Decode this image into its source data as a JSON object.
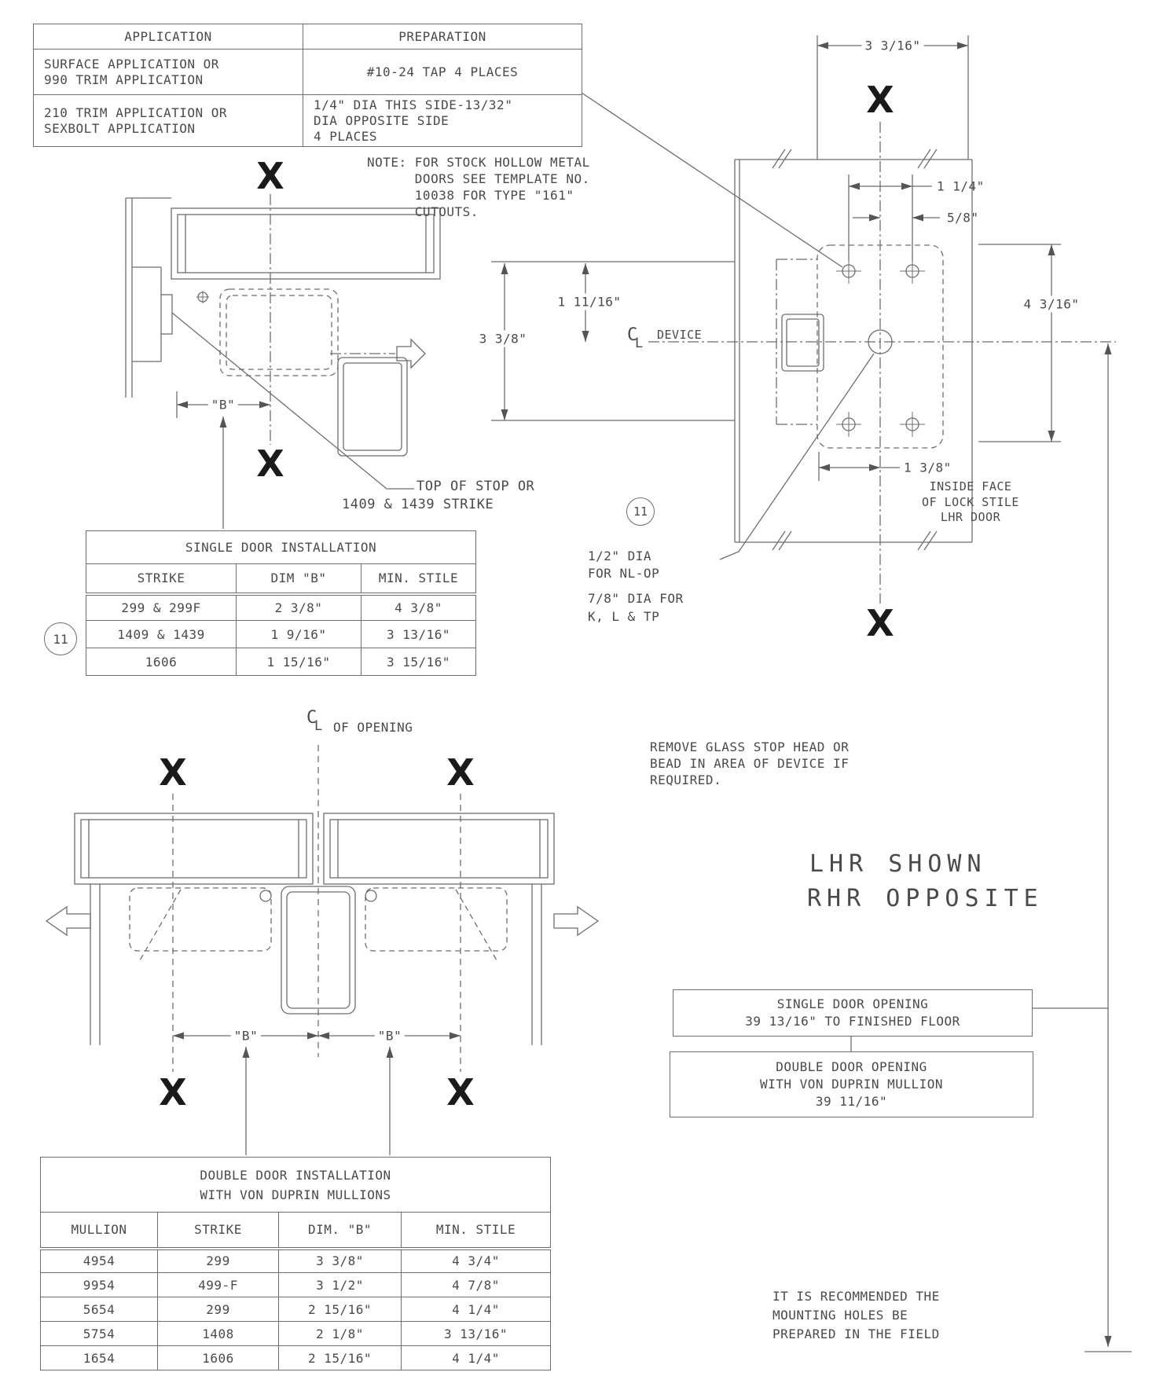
{
  "app_table": {
    "col1_header": "APPLICATION",
    "col2_header": "PREPARATION",
    "row1_application": "SURFACE APPLICATION OR\n990 TRIM APPLICATION",
    "row1_preparation": "#10-24 TAP 4 PLACES",
    "row2_application": "210 TRIM APPLICATION OR\nSEXBOLT APPLICATION",
    "row2_preparation": "1/4\" DIA THIS SIDE-13/32\"\nDIA OPPOSITE SIDE\n4 PLACES"
  },
  "note": "NOTE: FOR STOCK HOLLOW METAL\n      DOORS SEE TEMPLATE NO.\n      10038 FOR TYPE \"161\"\n      CUTOUTS.",
  "section_view": {
    "x_top": "X",
    "x_bottom": "X",
    "dim_b": "\"B\"",
    "leader_line1": "TOP OF STOP OR",
    "leader_line2": "1409 & 1439 STRIKE",
    "leader_note_number": "11"
  },
  "single_table": {
    "title": "SINGLE DOOR INSTALLATION",
    "headers": [
      "STRIKE",
      "DIM \"B\"",
      "MIN. STILE"
    ],
    "rows": [
      [
        "299 & 299F",
        "2 3/8\"",
        "4 3/8\""
      ],
      [
        "1409 & 1439",
        "1 9/16\"",
        "3 13/16\""
      ],
      [
        "1606",
        "1 15/16\"",
        "3 15/16\""
      ]
    ],
    "note_number": "11"
  },
  "face_view": {
    "x_top": "X",
    "x_bottom": "X",
    "dim_3_3_16": "3 3/16\"",
    "dim_1_1_4": "1 1/4\"",
    "dim_5_8": "5/8\"",
    "dim_1_11_16": "1 11/16\"",
    "dim_3_3_8": "3 3/8\"",
    "dim_4_3_16": "4 3/16\"",
    "dim_1_3_8": "1 3/8\"",
    "cl_c": "C",
    "cl_l": "L",
    "cl_label": "DEVICE",
    "inside_face": "INSIDE FACE\nOF LOCK STILE\nLHR DOOR",
    "hole_note_1": "1/2\" DIA\nFOR NL-OP",
    "hole_note_2": "7/8\" DIA FOR\nK, L & TP"
  },
  "plan_view": {
    "cl_c": "C",
    "cl_l": "L",
    "cl_label": "OF OPENING",
    "x_top_left": "X",
    "x_top_right": "X",
    "x_bottom_left": "X",
    "x_bottom_right": "X",
    "dim_b_left": "\"B\"",
    "dim_b_right": "\"B\""
  },
  "glass_note": "REMOVE GLASS STOP HEAD OR\nBEAD IN AREA OF DEVICE IF\nREQUIRED.",
  "hand_note_line1": "LHR SHOWN",
  "hand_note_line2": "RHR OPPOSITE",
  "opening_boxes": {
    "single_line1": "SINGLE DOOR OPENING",
    "single_line2": "39 13/16\" TO FINISHED FLOOR",
    "double_line1": "DOUBLE DOOR OPENING",
    "double_line2": "WITH VON DUPRIN MULLION",
    "double_line3": "39 11/16\""
  },
  "double_table": {
    "title": "DOUBLE DOOR INSTALLATION\nWITH VON DUPRIN MULLIONS",
    "headers": [
      "MULLION",
      "STRIKE",
      "DIM. \"B\"",
      "MIN. STILE"
    ],
    "rows": [
      [
        "4954",
        "299",
        "3 3/8\"",
        "4 3/4\""
      ],
      [
        "9954",
        "499-F",
        "3 1/2\"",
        "4 7/8\""
      ],
      [
        "5654",
        "299",
        "2 15/16\"",
        "4 1/4\""
      ],
      [
        "5754",
        "1408",
        "2 1/8\"",
        "3 13/16\""
      ],
      [
        "1654",
        "1606",
        "2 15/16\"",
        "4 1/4\""
      ]
    ]
  },
  "field_note": "IT IS RECOMMENDED THE\nMOUNTING HOLES BE\nPREPARED IN THE FIELD"
}
